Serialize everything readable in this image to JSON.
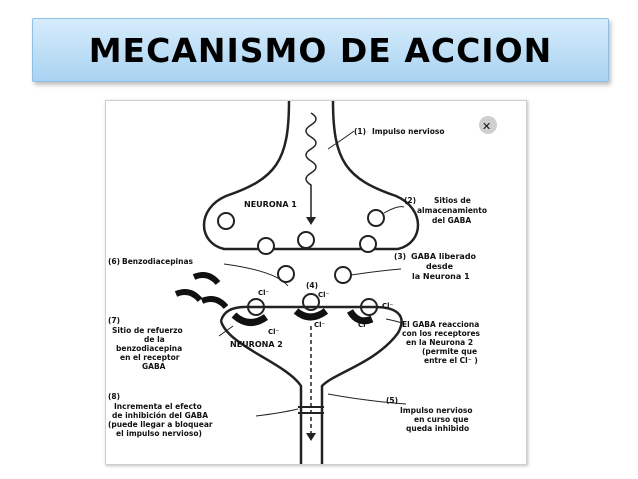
{
  "slide_title": "MECANISMO DE ACCION",
  "diagram": {
    "close_symbol": "✕",
    "neuron1_label": "NEURONA 1",
    "neuron2_label": "NEURONA 2",
    "ion_label": "Cl⁻",
    "annotations": {
      "a1_num": "(1)",
      "a1_text": "Impulso nervioso",
      "a2_num": "(2)",
      "a2_l1": "Sitios de",
      "a2_l2": "almacenamiento",
      "a2_l3": "del GABA",
      "a3_num": "(3)",
      "a3_l1": "GABA liberado",
      "a3_l2": "desde",
      "a3_l3": "la Neurona 1",
      "a4_num": "(4)",
      "a4b_l1": "El GABA reacciona",
      "a4b_l2": "con los receptores",
      "a4b_l3": "en la Neurona 2",
      "a4b_l4": "(permite que",
      "a4b_l5": "entre el Cl⁻ )",
      "a5_num": "(5)",
      "a5_l1": "Impulso nervioso",
      "a5_l2": "en curso que",
      "a5_l3": "queda inhibido",
      "a6_num": "(6)",
      "a6_text": "Benzodiacepinas",
      "a7_num": "(7)",
      "a7_l1": "Sitio de refuerzo",
      "a7_l2": "de la",
      "a7_l3": "benzodiacepina",
      "a7_l4": "en el receptor",
      "a7_l5": "GABA",
      "a8_num": "(8)",
      "a8_l1": "Incrementa el efecto",
      "a8_l2": "de inhibición del GABA",
      "a8_l3": "(puede llegar a bloquear",
      "a8_l4": "el impulso nervioso)"
    }
  }
}
